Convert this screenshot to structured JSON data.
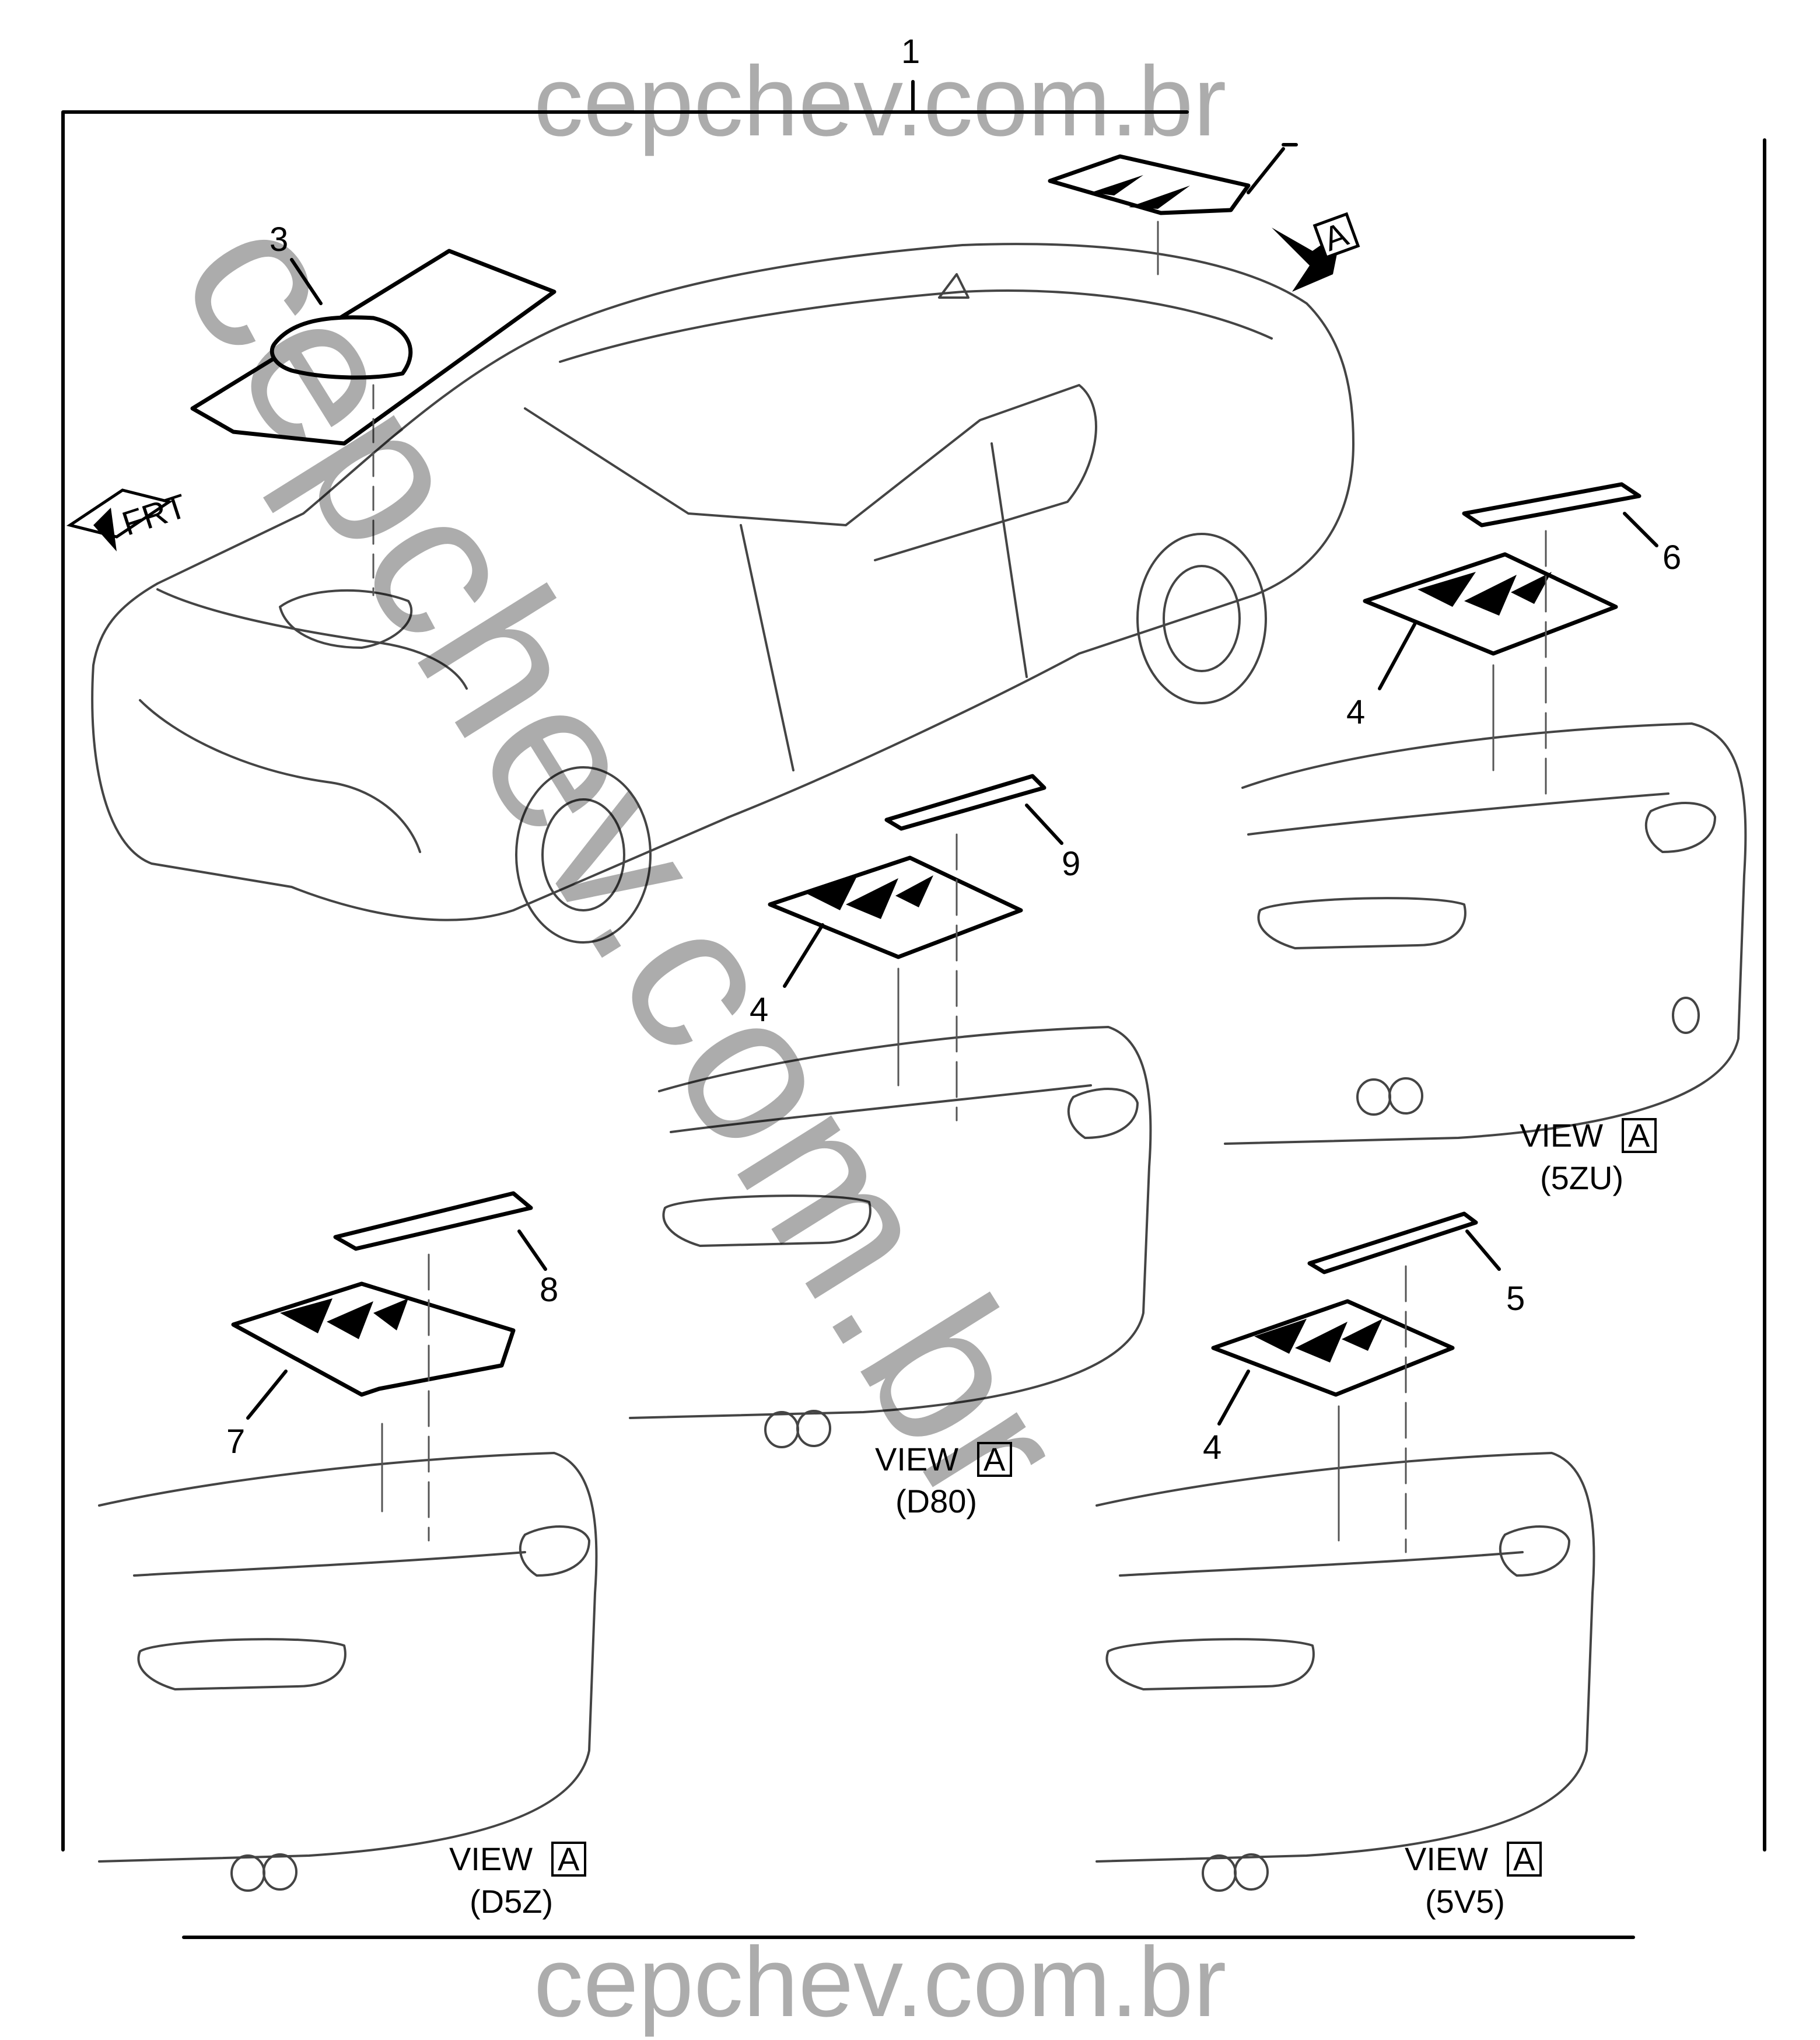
{
  "callouts": {
    "c1": "1",
    "c3": "3",
    "c6": "6",
    "c4a": "4",
    "c4b": "4",
    "c4c": "4",
    "c9": "9",
    "c8": "8",
    "c7": "7",
    "c5": "5"
  },
  "front_indicator": "FRT",
  "view_arrow_letter": "A",
  "views": [
    {
      "word": "VIEW",
      "letter": "A",
      "code": "(5ZU)"
    },
    {
      "word": "VIEW",
      "letter": "A",
      "code": "(D80)"
    },
    {
      "word": "VIEW",
      "letter": "A",
      "code": "(D5Z)"
    },
    {
      "word": "VIEW",
      "letter": "A",
      "code": "(5V5)"
    }
  ],
  "watermarks": {
    "top": "cepchev.com.br",
    "bottom": "cepchev.com.br",
    "diagonal": "cepchev.com.br"
  }
}
